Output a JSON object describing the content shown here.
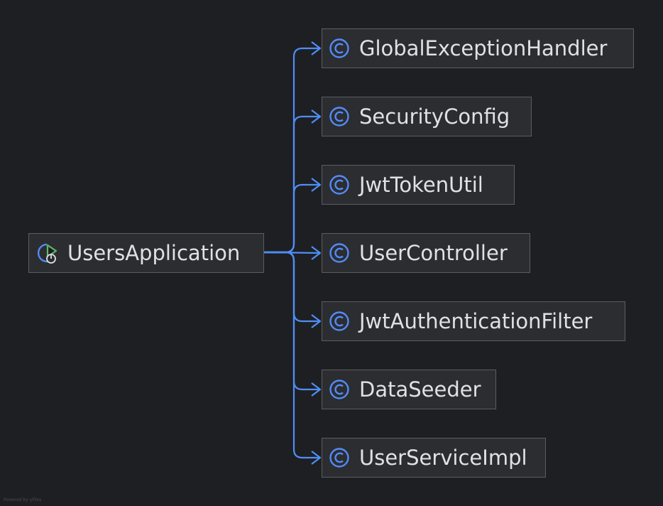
{
  "diagram": {
    "source": {
      "name": "UsersApplication",
      "icon": "spring-boot-application-icon"
    },
    "targets": [
      {
        "name": "GlobalExceptionHandler",
        "icon": "class-icon"
      },
      {
        "name": "SecurityConfig",
        "icon": "class-icon"
      },
      {
        "name": "JwtTokenUtil",
        "icon": "class-icon"
      },
      {
        "name": "UserController",
        "icon": "class-icon"
      },
      {
        "name": "JwtAuthenticationFilter",
        "icon": "class-icon"
      },
      {
        "name": "DataSeeder",
        "icon": "class-icon"
      },
      {
        "name": "UserServiceImpl",
        "icon": "class-icon"
      }
    ],
    "edge_color": "#4f8ef7",
    "class_icon_color": "#548af7",
    "run_icon_color": "#5fb865",
    "footer": "Powered by yFiles"
  }
}
